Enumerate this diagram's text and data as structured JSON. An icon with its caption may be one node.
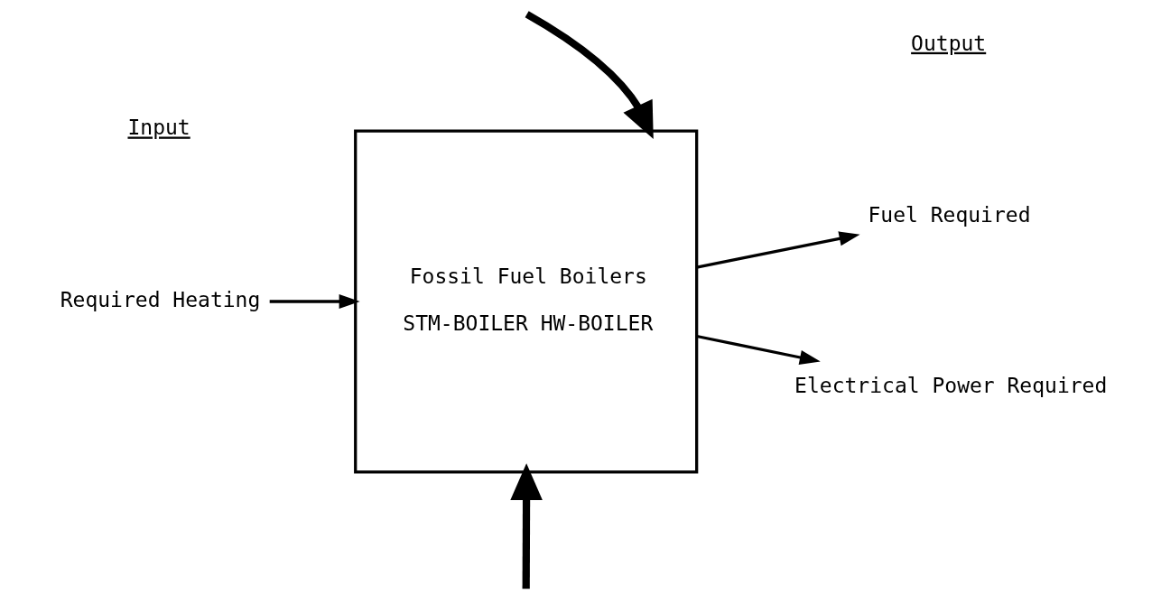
{
  "diagram": {
    "nodes": [
      {
        "text": [
          "Fossil Fuel Boilers",
          "STM-BOILER HW-BOILER"
        ]
      },
      {
        "text": [
          "Required Heating"
        ]
      },
      {
        "text": [
          "Fuel Required"
        ]
      },
      {
        "text": [
          "Electrical Power Required"
        ]
      }
    ],
    "edges": [
      {
        "from": null,
        "to": 0,
        "arrow": "to",
        "style": "thick"
      },
      {
        "from": 1,
        "to": 0,
        "arrow": "to"
      },
      {
        "from": 0,
        "to": 2,
        "arrow": "to"
      },
      {
        "from": 0,
        "to": 3,
        "arrow": "to"
      },
      {
        "from": null,
        "to": 0,
        "arrow": "to",
        "style": "thick"
      }
    ],
    "labels": [
      "Input",
      "Output"
    ]
  }
}
